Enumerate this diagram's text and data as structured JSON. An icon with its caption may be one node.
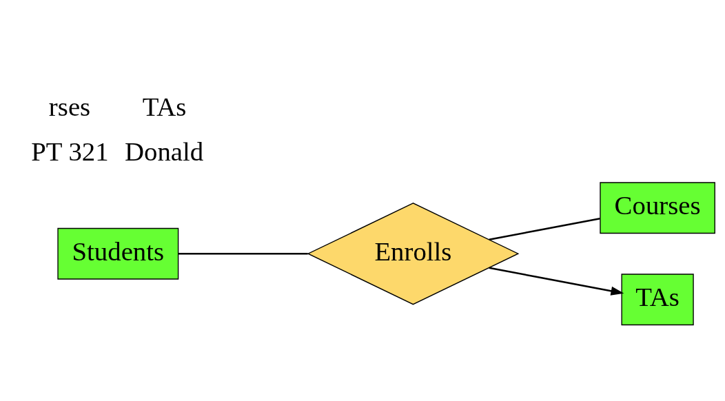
{
  "diagram": {
    "nodes": [
      {
        "text": [
          "Courses"
        ]
      },
      {
        "text": [
          "Students"
        ]
      },
      {
        "text": [
          "Enrolls"
        ]
      },
      {
        "text": [
          "TAs"
        ]
      }
    ],
    "edges": [
      {
        "from": 2,
        "to": 0,
        "arrow": "none"
      },
      {
        "from": 1,
        "to": 2,
        "arrow": "none"
      },
      {
        "from": 2,
        "to": 3,
        "arrow": "to"
      }
    ],
    "labels": [
      "rses",
      "TAs",
      "PT 321",
      "Donald"
    ]
  }
}
